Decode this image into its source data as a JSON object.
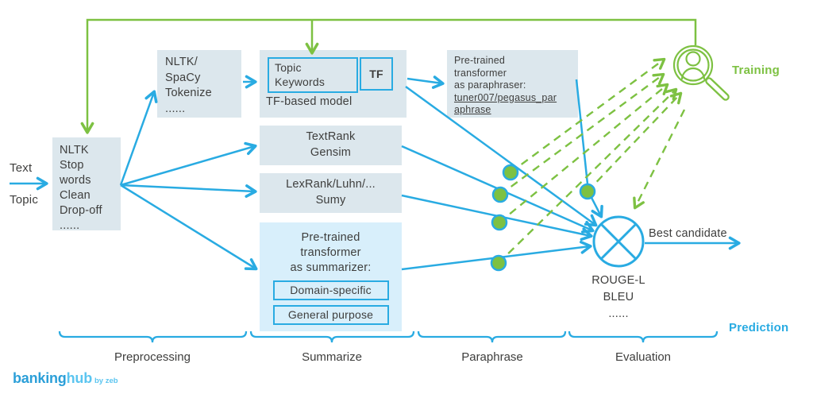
{
  "palette": {
    "blue": "#29abe2",
    "green": "#7dc142",
    "box_fill": "#dce7ed",
    "box_fill_light": "#d8effb",
    "text": "#3e3e3d",
    "logo_dark_blue": "#2b9fd8",
    "logo_light_blue": "#5bc5f0"
  },
  "inputs": {
    "text_label": "Text",
    "topic_label": "Topic"
  },
  "boxes": {
    "preprocess": {
      "lines": [
        "NLTK",
        "Stop",
        "words",
        "Clean",
        "Drop-off",
        "......"
      ]
    },
    "tokenize": {
      "lines": [
        "NLTK/",
        "SpaCy",
        "Tokenize",
        "......"
      ]
    },
    "tf_model": {
      "keywords_lines": [
        "Topic",
        "Keywords"
      ],
      "tf_label": "TF",
      "caption": "TF-based model"
    },
    "paraphraser": {
      "lines": [
        "Pre-trained",
        "transformer",
        "as paraphraser:"
      ],
      "model_link_lines": [
        "tuner007/pegasus_par",
        "aphrase"
      ]
    },
    "textrank": {
      "lines": [
        "TextRank",
        "Gensim"
      ]
    },
    "lexrank": {
      "lines": [
        "LexRank/Luhn/...",
        "Sumy"
      ]
    },
    "summarizer": {
      "lines": [
        "Pre-trained",
        "transformer",
        "as summarizer:"
      ],
      "options": [
        "Domain-specific",
        "General purpose"
      ]
    }
  },
  "evaluation": {
    "metrics": [
      "ROUGE-L",
      "BLEU",
      "......"
    ],
    "output_label": "Best candidate"
  },
  "modes": {
    "training": "Training",
    "prediction": "Prediction"
  },
  "stages": {
    "preprocessing": "Preprocessing",
    "summarize": "Summarize",
    "paraphrase": "Paraphrase",
    "evaluation": "Evaluation"
  },
  "logo": {
    "part1": "banking",
    "part2": "hub",
    "suffix": "by zeb"
  },
  "icons": [
    "person-search-icon",
    "crossed-circle-icon"
  ]
}
